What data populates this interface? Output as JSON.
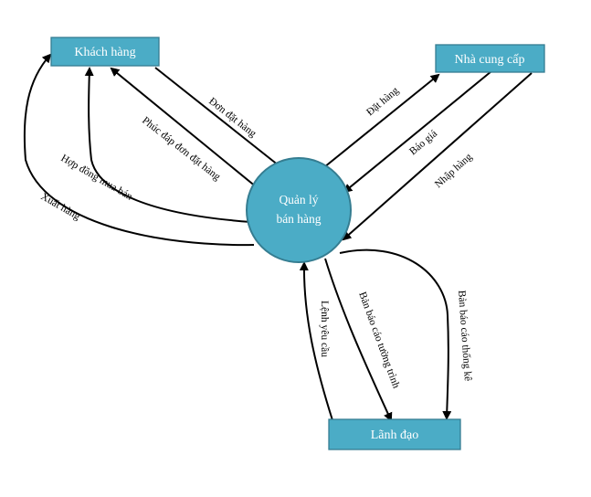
{
  "entities": {
    "customer": "Khách hàng",
    "supplier": "Nhà cung cấp",
    "management": "Lãnh đạo"
  },
  "process": {
    "line1": "Quản lý",
    "line2": "bán hàng"
  },
  "flows": {
    "order": "Đơn đặt hàng",
    "order_reply": "Phúc đáp đơn đặt hàng",
    "sales_contract": "Hợp đồng mua bán",
    "dispatch": "Xuất hàng",
    "purchase_order": "Đặt hàng",
    "quote": "Báo giá",
    "goods_receipt": "Nhập hàng",
    "request_command": "Lệnh yêu cầu",
    "situation_report": "Bản báo cáo tường trình",
    "statistics_report": "Bản báo cáo thống kê"
  },
  "colors": {
    "node_fill": "#4bacc6",
    "node_border": "#357d91",
    "node_text": "#ffffff",
    "flow_line": "#000000"
  }
}
